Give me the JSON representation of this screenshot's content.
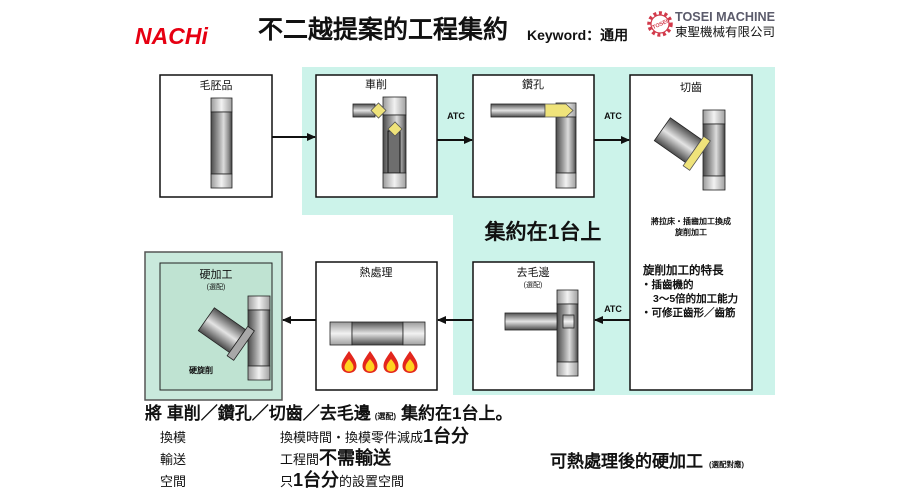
{
  "header": {
    "logo_left": "NACHi",
    "title": "不二越提案的工程集約",
    "keyword": "Keyword：通用",
    "logo_right_emblem": "TOSEI",
    "logo_right_en": "TOSEI MACHINE",
    "logo_right_zh": "東聖機械有限公司"
  },
  "process": {
    "consolidation_label": "集約在1台上",
    "atc_labels": [
      "ATC",
      "ATC",
      "ATC"
    ],
    "blank": {
      "label": "毛胚品"
    },
    "turning": {
      "label": "車削"
    },
    "drilling": {
      "label": "鑽孔"
    },
    "gear_cutting": {
      "label": "切齒",
      "note": [
        "將拉床・插齒加工換成",
        "旋削加工"
      ],
      "features_title": "旋削加工的特長",
      "features": [
        "・插齒機的",
        "3～5倍的加工能力",
        "・可修正齒形／齒筋"
      ]
    },
    "deburring": {
      "label": "去毛邊",
      "option": "(選配)"
    },
    "heat_treatment": {
      "label": "熱處理"
    },
    "hard_machining": {
      "label": "硬加工",
      "option": "(選配)",
      "method": "硬旋削"
    }
  },
  "summary": {
    "lead": "將 車削／鑽孔／切齒／去毛邊",
    "option": "(選配)",
    "tail": "集約在1台上。"
  },
  "benefits": [
    {
      "label": "換模",
      "before": "換模時間・換模零件減成",
      "emphasis": "1台分"
    },
    {
      "label": "輸送",
      "before": "工程間",
      "emphasis": "不需輸送"
    },
    {
      "label": "空間",
      "before": "只",
      "emphasis": "1台分",
      "after": "的設置空間"
    }
  ],
  "hard_note": {
    "text": "可熱處理後的硬加工",
    "option": "(選配對應)"
  },
  "icons": {
    "heat": "flame-icon",
    "logo": "gear-icon"
  },
  "colors": {
    "brand_red": "#e60012",
    "tosei_red": "#d23a4b",
    "consolidated_area": "#ccf3ea",
    "hard_machining_area": "#c9e9dc",
    "insert_yellow": "#efe37a",
    "flame_red": "#e3261d",
    "flame_yellow": "#ffd21f"
  }
}
